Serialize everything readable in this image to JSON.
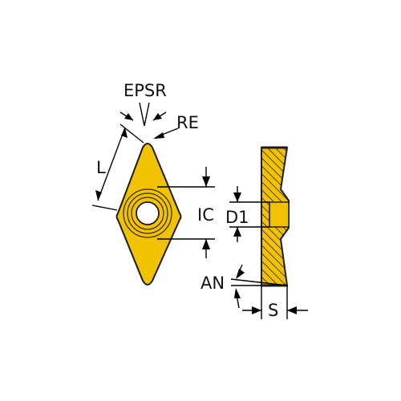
{
  "labels": {
    "epsr": "EPSR",
    "re": "RE",
    "l": "L",
    "ic": "IC",
    "d1": "D1",
    "an": "AN",
    "s": "S"
  },
  "colors": {
    "insert_fill": "#f2c200",
    "insert_outline": "#1c1c1c",
    "hatch": "#2b2100",
    "hole": "#ffffff",
    "line": "#000000",
    "text": "#111111"
  }
}
